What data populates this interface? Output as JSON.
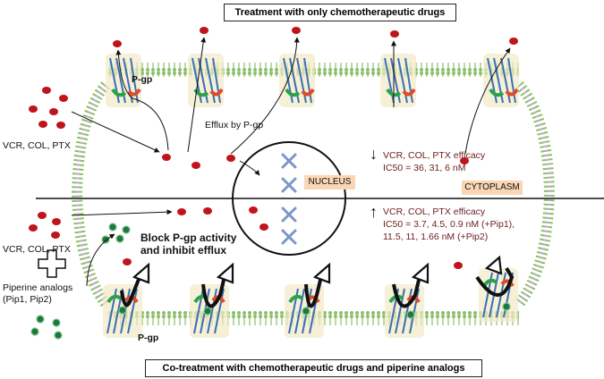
{
  "top_title": "Treatment with only chemotherapeutic drugs",
  "bottom_title": "Co-treatment with chemotherapeutic drugs and piperine analogs",
  "pgp_label": "P-gp",
  "efflux_label": "Efflux by P-gp",
  "drugs_label": "VCR, COL, PTX",
  "nucleus_label": "NUCLEUS",
  "cytoplasm_label": "CYTOPLASM",
  "block_label_line1": "Block P-gp activity",
  "block_label_line2": "and inhibit efflux",
  "piperine_line1": "Piperine analogs",
  "piperine_line2": "(Pip1, Pip2)",
  "top_efficacy": {
    "title": "VCR, COL, PTX efficacy",
    "ic50": "IC50 = 36, 31, 6 nM"
  },
  "bottom_efficacy": {
    "title": "VCR, COL, PTX efficacy",
    "ic50_line1": "IC50 = 3.7, 4.5, 0.9 nM (+Pip1),",
    "ic50_line2": "11.5, 11, 1.66 nM (+Pip2)"
  },
  "colors": {
    "drug": "#c0141c",
    "inhibitor": "#1a7a3a",
    "membrane": "#8cbf6a",
    "nucleus_tag": "#fad6b4",
    "efficacy_text": "#6b1e1e"
  },
  "icons": [
    "down-arrow-icon",
    "up-arrow-icon",
    "plus-icon",
    "chromosome-icon",
    "pgp-transporter-icon"
  ]
}
